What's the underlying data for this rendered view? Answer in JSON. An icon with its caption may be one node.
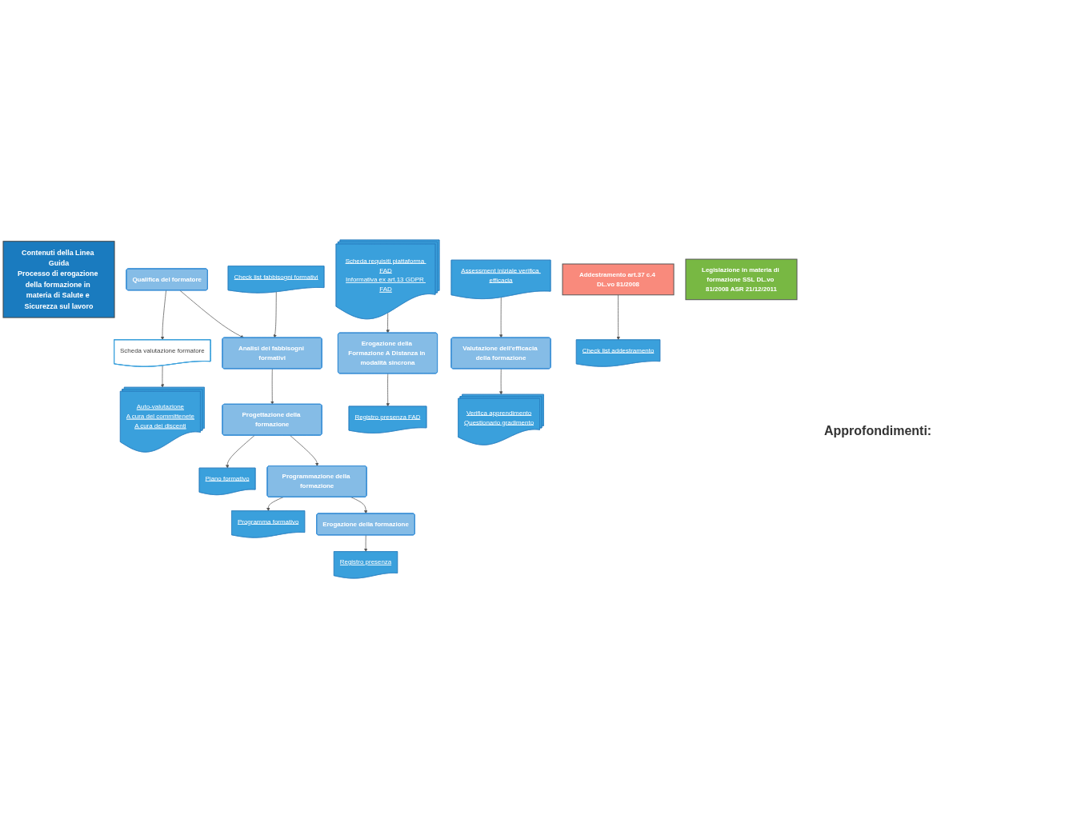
{
  "diagram": {
    "nodes": [
      {
        "text": [
          "Contenuti della Linea Guida",
          "Processo di erogazione della formazione in materia di Salute e Sicurezza sul lavoro"
        ]
      },
      {
        "text": [
          "Qualifica del formatore"
        ]
      },
      {
        "text": [
          "Scheda valutazione formatore"
        ]
      },
      {
        "text": [
          "Auto-valutazione",
          "A cura del committenete",
          "A cura dei discenti"
        ]
      },
      {
        "text": [
          "Check list fabbisogni formativi"
        ]
      },
      {
        "text": [
          "Analisi dei fabbisogni formativi"
        ]
      },
      {
        "text": [
          "Progettazione della formazione"
        ]
      },
      {
        "text": [
          "Piano formativo"
        ]
      },
      {
        "text": [
          "Programmazione della formazione"
        ]
      },
      {
        "text": [
          "Programma formativo"
        ]
      },
      {
        "text": [
          "Erogazione della formazione"
        ]
      },
      {
        "text": [
          "Registro presenza"
        ]
      },
      {
        "text": [
          "Scheda requisiti piattaforma FAD",
          "Informativa ex art.13 GDPR FAD"
        ]
      },
      {
        "text": [
          "Erogazione della Formazione A Distanza in modalità sincrona"
        ]
      },
      {
        "text": [
          "Registro presenza FAD"
        ]
      },
      {
        "text": [
          "Assessment iniziale verifica efficacia"
        ]
      },
      {
        "text": [
          "Valutazione dell'efficacia della formazione"
        ]
      },
      {
        "text": [
          "Verifica apprendimento",
          "Questionario gradimento"
        ]
      },
      {
        "text": [
          "Addestramento art.37 c.4 DL.vo 81/2008"
        ]
      },
      {
        "text": [
          "Check list addestramento"
        ]
      },
      {
        "text": [
          "Legislazione in materia di formazione SSL DL.vo 81/2008 ASR 21/12/2011"
        ]
      }
    ],
    "edges": [
      {
        "from": 1,
        "to": 2,
        "arrow": "to"
      },
      {
        "from": 2,
        "to": 3,
        "arrow": "to"
      },
      {
        "from": 1,
        "to": 5,
        "arrow": "to"
      },
      {
        "from": 4,
        "to": 5,
        "arrow": "to"
      },
      {
        "from": 5,
        "to": 6,
        "arrow": "to"
      },
      {
        "from": 6,
        "to": 7,
        "arrow": "to"
      },
      {
        "from": 6,
        "to": 8,
        "arrow": "to"
      },
      {
        "from": 8,
        "to": 9,
        "arrow": "to"
      },
      {
        "from": 8,
        "to": 10,
        "arrow": "to"
      },
      {
        "from": 10,
        "to": 11,
        "arrow": "to"
      },
      {
        "from": 12,
        "to": 13,
        "arrow": "to"
      },
      {
        "from": 13,
        "to": 14,
        "arrow": "to"
      },
      {
        "from": 15,
        "to": 16,
        "arrow": "to"
      },
      {
        "from": 16,
        "to": 17,
        "arrow": "to"
      },
      {
        "from": 18,
        "to": 19,
        "arrow": "to"
      }
    ],
    "labels": [
      "Approfondimenti:"
    ]
  }
}
